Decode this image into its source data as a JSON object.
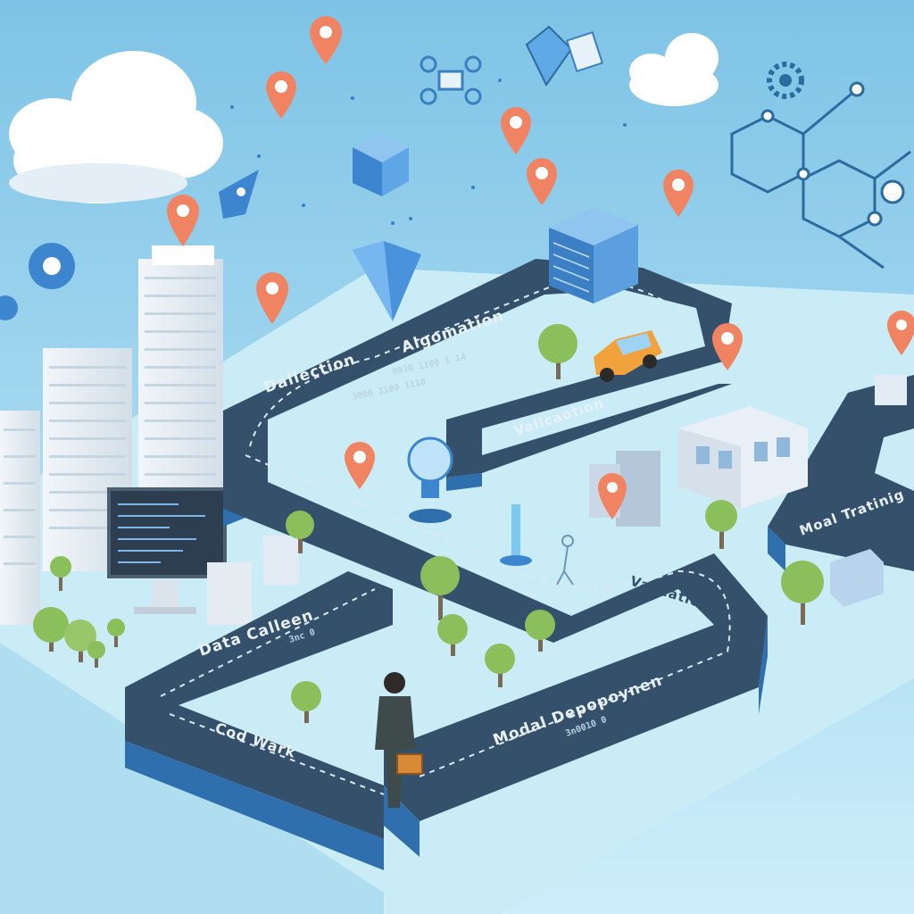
{
  "colors": {
    "sky_top": "#7ec3e6",
    "sky_bottom": "#d6f0fb",
    "ground": "#c8ecf8",
    "road_top": "#35506a",
    "road_side": "#2f6fae",
    "pin": "#f08462",
    "tree": "#8bbf5b",
    "label_text": "#e8f1f8"
  },
  "labels": {
    "dallection": "Dallection",
    "algomation": "Algomation",
    "algomation_sub": "9030 1100 1 14",
    "dallection_sub": "3000 1100 1110",
    "valication_top": "Vallcaotion",
    "valication_mid": "Valication",
    "modal_training": "Moal Tratinig",
    "data_calleen": "Data Calleen",
    "data_calleen_sub": "3nc 0",
    "cod_wark": "Cod Wark",
    "modal_deployment": "Modal Depopoynen",
    "modal_deployment_sub": "3n0010 0"
  },
  "icons": [
    "cloud-icon",
    "gear-icon",
    "map-pin-icon",
    "tree-icon",
    "car-icon",
    "lightbulb-icon",
    "server-cube-icon",
    "diamond-icon",
    "drone-icon",
    "molecule-network-icon",
    "computer-monitor-icon",
    "person-with-briefcase-icon",
    "office-building-icon",
    "skyscraper-icon"
  ]
}
